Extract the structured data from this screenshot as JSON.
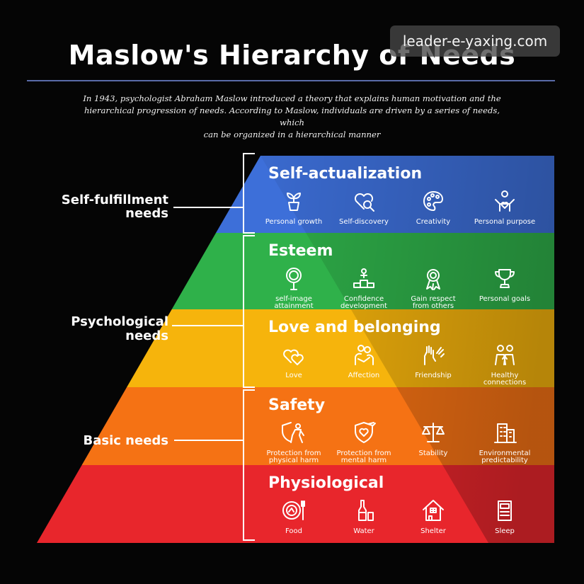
{
  "header": {
    "title": "Maslow's Hierarchy of Needs",
    "intro_lines": [
      "In 1943, psychologist Abraham Maslow introduced a theory that explains human motivation and the",
      "hierarchical progression of needs. According to Maslow, individuals are driven by a series of needs, which",
      "can be organized in a hierarchical manner"
    ]
  },
  "watermark": "leader-e-yaxing.com",
  "groups": [
    {
      "lines": [
        "Self-fulfillment",
        "needs"
      ]
    },
    {
      "lines": [
        "Psychological",
        "needs"
      ]
    },
    {
      "lines": [
        "Basic needs"
      ]
    }
  ],
  "levels": [
    {
      "title": "Self-actualization",
      "color": "#3d6fd9",
      "items": [
        {
          "icon": "plant-icon",
          "label": [
            "Personal growth"
          ]
        },
        {
          "icon": "heart-search-icon",
          "label": [
            "Self-discovery"
          ]
        },
        {
          "icon": "palette-icon",
          "label": [
            "Creativity"
          ]
        },
        {
          "icon": "person-heart-icon",
          "label": [
            "Personal purpose"
          ]
        }
      ]
    },
    {
      "title": "Esteem",
      "color": "#2fb14a",
      "items": [
        {
          "icon": "mirror-icon",
          "label": [
            "self-image",
            "attainment"
          ]
        },
        {
          "icon": "podium-icon",
          "label": [
            "Confidence",
            "development"
          ]
        },
        {
          "icon": "medal-icon",
          "label": [
            "Gain respect",
            "from others"
          ]
        },
        {
          "icon": "trophy-icon",
          "label": [
            "Personal goals"
          ]
        }
      ]
    },
    {
      "title": "Love and belonging",
      "color": "#f6b40c",
      "items": [
        {
          "icon": "hearts-icon",
          "label": [
            "Love"
          ]
        },
        {
          "icon": "hug-icon",
          "label": [
            "Affection"
          ]
        },
        {
          "icon": "hands-icon",
          "label": [
            "Friendship"
          ]
        },
        {
          "icon": "people-icon",
          "label": [
            "Healthy",
            "connections"
          ]
        }
      ]
    },
    {
      "title": "Safety",
      "color": "#f57214",
      "items": [
        {
          "icon": "shield-person-icon",
          "label": [
            "Protection from",
            "physical harm"
          ]
        },
        {
          "icon": "shield-heart-icon",
          "label": [
            "Protection from",
            "mental harm"
          ]
        },
        {
          "icon": "scales-icon",
          "label": [
            "Stability"
          ]
        },
        {
          "icon": "building-icon",
          "label": [
            "Environmental",
            "predictability"
          ]
        }
      ]
    },
    {
      "title": "Physiological",
      "color": "#e8262c",
      "items": [
        {
          "icon": "plate-icon",
          "label": [
            "Food"
          ]
        },
        {
          "icon": "bottle-icon",
          "label": [
            "Water"
          ]
        },
        {
          "icon": "house-icon",
          "label": [
            "Shelter"
          ]
        },
        {
          "icon": "bed-icon",
          "label": [
            "Sleep"
          ]
        }
      ]
    }
  ]
}
